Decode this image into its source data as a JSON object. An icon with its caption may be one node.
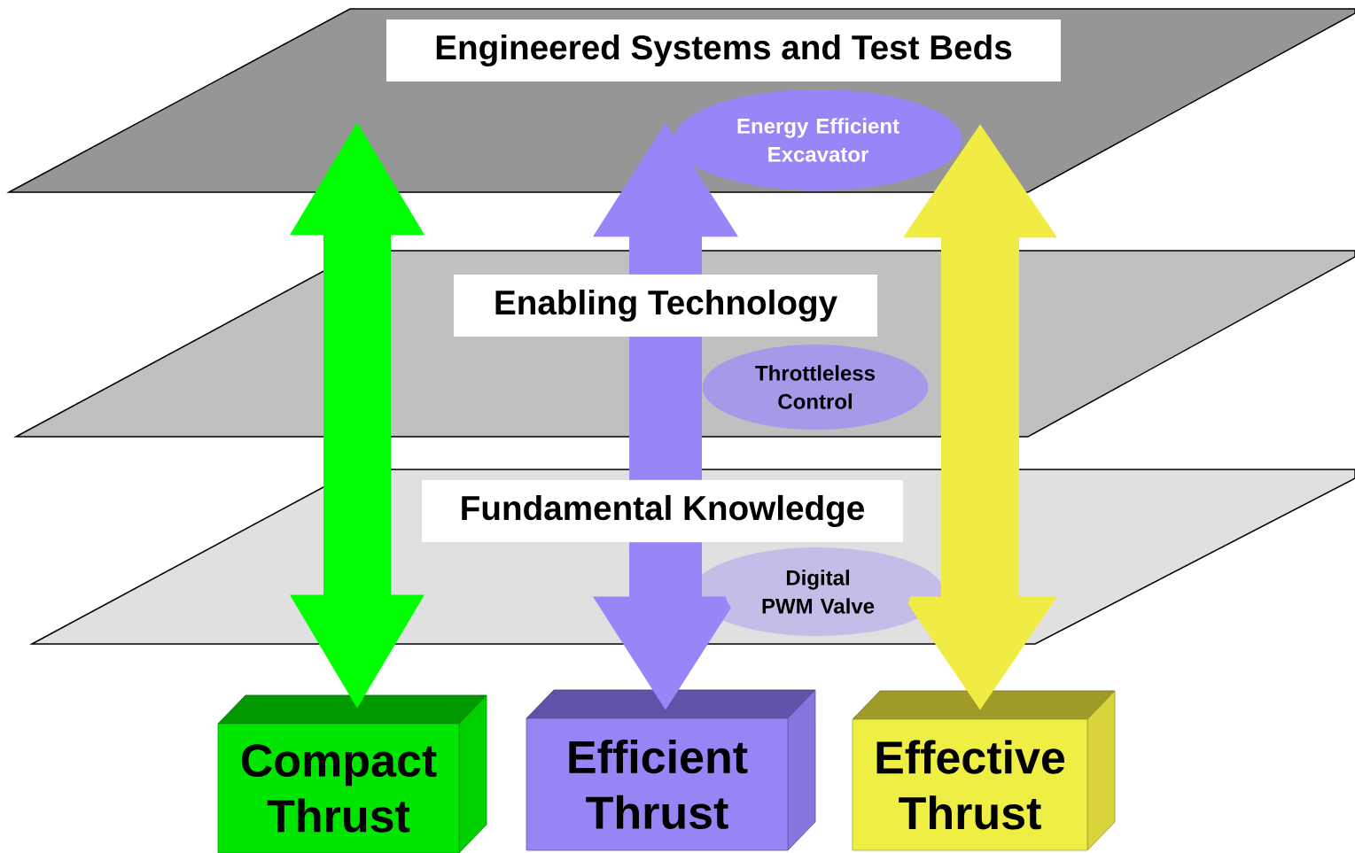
{
  "diagram": {
    "nodes": [
      {
        "text": [
          "Engineered Systems and Test Beds"
        ]
      },
      {
        "text": [
          "Energy Efficient Excavator"
        ],
        "in": 0
      },
      {
        "text": [
          "Enabling Technology"
        ]
      },
      {
        "text": [
          "Throttleless Control"
        ],
        "in": 2
      },
      {
        "text": [
          "Fundamental Knowledge"
        ]
      },
      {
        "text": [
          "Digital PWM Valve"
        ],
        "in": 4
      },
      {
        "text": [
          "Compact Thrust"
        ]
      },
      {
        "text": [
          "Efficient Thrust"
        ]
      },
      {
        "text": [
          "Effective Thrust"
        ]
      }
    ],
    "edges": [
      {
        "from": 0,
        "to": 6,
        "arrow": "both",
        "style": "thick",
        "color": "#00ff00"
      },
      {
        "from": 0,
        "to": 7,
        "arrow": "both",
        "style": "thick",
        "color": "#9686f8"
      },
      {
        "from": 0,
        "to": 8,
        "arrow": "both",
        "style": "thick",
        "color": "#f0ec44"
      }
    ]
  }
}
